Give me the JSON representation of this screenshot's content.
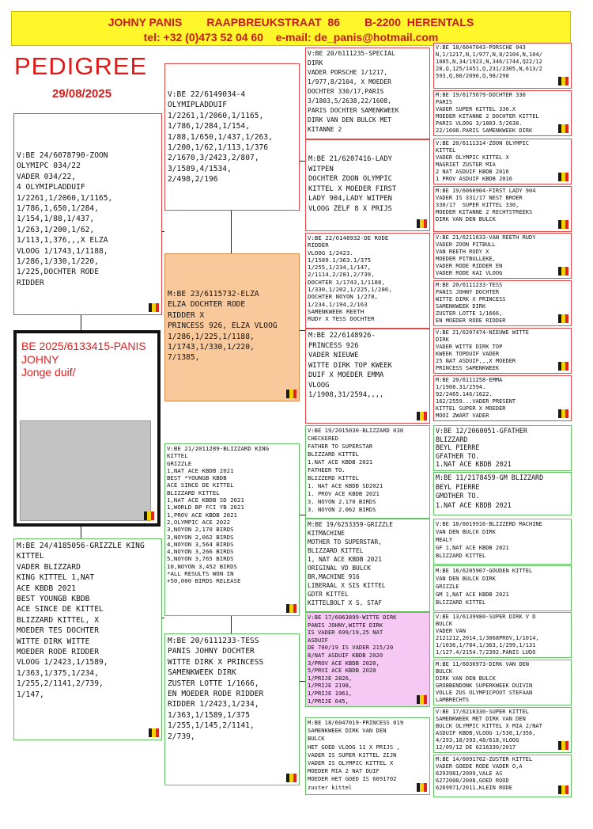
{
  "header": {
    "line1": "JOHNY PANIS        RAAPBREUKSTRAAT  86        B-2200  HERENTALS",
    "line2": "tel: +32 (0)473 52 04 60    e-mail: de_panis@hotmail.com"
  },
  "title": "PEDIGREE",
  "date": "29/08/2025",
  "pigeon": {
    "text": "BE 2025/6133415-PANIS\nJOHNY\nJonge duif/"
  },
  "colors": {
    "header_bg": "#fff72a",
    "title_red": "#e01818",
    "sire_side_border": "#e04848",
    "dam_side_border": "#5ec05e",
    "sire_dam_highlight": "#f9c89b",
    "highlight_pink": "#f6c8f4"
  },
  "icons": [
    "belgian-flag-icon"
  ],
  "boxes": {
    "father": "V:BE 24/6078790-ZOON\nOLYMIPC 034/22\nVADER 034/22,\n4 OLYMIPLADDUIF\n1/2261,1/2060,1/1165,\n1/786,1,650,1/284,\n1/154,1/88,1/437,\n1/263,1/200,1/62,\n1/113,1,376,,,X ELZA\nVLOOG 1/1743,1/1188,\n1/286,1/330,1/220,\n1/225,DOCHTER RODE\nRIDDER",
    "mother": "M:BE 24/4185056-GRIZZLE KING\nKITTEL\nVADER BLIZZARD\nKING KITTEL 1,NAT\nACE KBDB 2021\nBEST YOUNGB KBDB\nACE SINCE DE KITTEL\nBLIZZARD KITTEL, X\nMOEDER TES DOCHTER\nWITTE DIRK WITTE\nMOEDER RODE RIDDER\nVLOOG 1/2423,1/1589,\n1/363,1/375,1/234,\n1/255,2/1141,2/739,\n1/147,",
    "ff": "V:BE 22/6149034-4\nOLYMIPLADDUIF\n1/2261,1/2060,1/1165,\n1/786,1/284,1/154,\n1/88,1/650,1/437,1/263,\n1/200,1/62,1/113,1/376\n2/1670,3/2423,2/807,\n3/1589,4/1534,\n2/498,2/196",
    "fm": "M:BE 23/6115732-ELZA\nELZA DOCHTER RODE\nRIDDER X\nPRINCESS 926, ELZA VLOOG\n1/286,1/225,1/1188,\n1/1743,1/330,1/220,\n7/1385,",
    "mf": "V:BE 21/2011289-BLIZZARD KING\nKITTEL\nGRIZZLE\n1,NAT ACE KBDB 2021\nBEST *YOUNGB KBDB\nACE SINCE DE KITTEL\nBLIZZARD KITTEL\n1,NAT ACE KBDB SD 2021\n1,WORLD BP FCI YB 2021\n1,PROV ACE KBDB 2021\n2,OLYMPIC ACE 2022\n3,NOYON 2,170 BIRDS\n3,NOYON 2,062 BIRDS\n4,NOYON 3,564 BIRDS\n4,NOYON 3,266 BIRDS\n5,NOYON 3,765 BIRDS\n10,NOYON 3,452 BIRDS\n*ALL RESULTS WON IN\n+50,000 BIRDS RELEASE",
    "mm": "M:BE 20/6111233-TESS\nPANIS JOHNY DOCHTER\nWITTE DIRK X PRINCESS\nSAMENKWEEK DIRK\nZUSTER LOTTE 1/1666,\nEN MOEDER RODE RIDDER\nRIDDER 1/2423,1/234,\n1/363,1/1589,1/375\n1/255,1/145,2/1141,\n2/739,",
    "fff": "V:BE 20/6111235-SPECIAL\nDIRK\nVADER PORSCHE 1/1217,\n1/977,8/2104, X MOEDER\nDOCHTER 330/17,PARIS\n3/1803,5/2638,22/1608,\nPARIS DOCHTER SAMENKWEEK\nDIRK VAN DEN BULCK MET\nKITANNE 2",
    "ffm": "M:BE 21/6207416-LADY\nWITPEN\nDOCHTER ZOON OLYMPIC\nKITTEL X MOEDER FIRST\nLADY 904,LADY WITPEN\nVLOOG ZELF 8 X PRIJS",
    "fmf": "V:BE 22/6148932-DE RODE\nRIDDER\nVLOOG 1/2423.\n1/1589.1/363.1/375\n1/255,1/234,1/147,\n2/1114,2/281,2/739,\nDOCHTER 1/1743,1/1188,\n1/330,1/202,1/225,1/286,\nDOCHTER NOYON 1/278,\n1/234,1/194,2/163\nSAMENKWEEK REETH\nRUDY X TESS DOCHTER",
    "fmm": "M:BE 22/6148926-\nPRINCESS 926\nVADER NIEUWE\nWITTE DIRK TOP KWEEK\nDUIF X MOEDER EMMA\nVLOOG\n1/1908,31/2594,,,,",
    "mff": "V:BE 19/2015030-BLIZZARD 030\nCHECKERED\nFATHER TO SUPERSTAR\nBLIZZARD KITTEL\n1.NAT ACE KBDB 2021\nFATHEER TO.\nBLIZZERD KITTEL\n1. NAT ACE KBDB SD2021\n1. PROV ACE KBDB 2021\n3. NOYON 2.170 BIRDS\n3. NOYON 2.062 BIRDS",
    "mfm": "M:BE 19/6253359-GRIZZLE\nKITMACHINE\nMOTHER TO SUPERSTAR,\nBLIZZARD KITTEL\n1, NAT ACE KBDB 2021\nORIGINAL VD BULCK\nBR,MACHINE 916\nLIBERAAL X SIS KITTEL\nGDTR KITTEL\nKITTELBOLT X S, STAF",
    "mmf": "V:BE 17/6063899-WITTE DIRK\nPANIS JOHNY,WITTE DIRK\nIS VADER 699/19,25 NAT\nASDUIF\nDE 700/19 IS VADER 215/20\n8/NAT ASDUIF KBDB 2020\n3/PROV ACE KBDB 2020,\n5/PRVI ACE KBDB 2020\n1/PRIJE 2826,\n1/PRIJE 2198,\n1/PRIJE 1961,\n1/PRIJE 645,",
    "mmm": "M:BE 18/6047019-PRINCESS 019\nSAMENKWEEK DIRK VAN DEN\nBULCK\nHET GOED VLOOG 11 X PRIJS ,\nVADER IS SUPER KITTEL ZIJN\nVADER IS OLYMPIC KITTEL X\nMOEDER MIA 2 NAT DUIF\nMOEDER HET GOED IS 6091702\nzuster kittel",
    "g1": "V:BE 18/6047043-PORSCHE 043\nN,1/1217,N,1/977,N,8/2104,N,104/\n1085,N,34/1923,N,346/1744,Q22/12\n28,Q,125/1451,Q,231/2305,N,613/2\n593,Q,80/2096,Q,98/298",
    "g2": "M:BE 19/6175679-DOCHTER 330\nPARIS\nVADER SUPER KITTEL 330.X\nMOEDER KITANNE 2 DOCHTER KITTEL\nPARIS VLOOG 3/1803.5/2638.\n22/1608.PARIS SAMENKWEEK DIRK",
    "g3": "V:BE 20/6111314-ZOON OLYMPIC\nKITTEL\nVADER OLYMPIC KITTEL X\nMAGRIET ZUSTER MIA\n2 NAT ASDUIF KBDB 2016\n1 PROV ASDUIF KBDB 2016",
    "g4": "M:BE 19/6060904-FIRST LADY 904\nVADER IS 331/17 NEST BROER\n330/17  SUPER KITTEL 330,\nMOEDER KITANNE 2 RECHTSTREEKS\nDIRK VAN DEN BULCK",
    "g5": "V:BE 21/6211633-VAN REETH RUDY\nVADER ZOON PITBULL\nVAN REETH RUDY X\nMOEDER PITBULLEKE,\nVADER RODE RIDDER EN\nVADER RODE KAI VLOOG",
    "g6": "M:BE 20/6111233-TESS\nPANIS JOHNY DOCHTER\nWITTE DIRK X PRINCESS\nSAMENKWEEK DIRK\nZUSTER LOTTE 1/1666,\nEN MOEDER RODE RIDDER",
    "g7": "V:BE 21/6207474-NIEUWE WITTE\nDIRK\nVADER WITTE DIRK TOP\nKWEEK TOPDUIF VADER\n25 NAT ASDUIF,,,X MOEDER\nPRINCESS SAMENKWEEK",
    "g8": "M:BE 20/6111258-EMMA\n1/1908.31/2594.\n92/2465.146/1622.\n162/2559...VADER PRESENT\nKITTEL SUPER X MOEDER\nMOOI ZWART VADER",
    "g9": "V:BE 12/2060051-GFATHER\nBLIZZARD\nBEYL PIERRE\nGFATHER TO.\n1.NAT ACE KBDB 2021",
    "g10": "M:BE 11/2178459-GM BLIZZARD\nBEYL PIERRE\nGMOTHER TO.\n1.NAT ACE KBDB 2021",
    "g11": "V:BE 18/6019916-BLIZZERD MACHINE\nVAN DEN BULCK DIRK\nMEALY\nGF 1,NAT ACE KBDB 2021\nBLIZZARD KITTEL",
    "g12": "M:BE 18/6205907-GOUDEN KITTEL\nVAN DEN BULCK DIRK\nGRIZZLE\nGM 1,NAT ACE KBDB 2021\nBLIZZARD KITTEL",
    "g13": "V:BE 13/6139980-SUPER DIRK V D\nBULCK\nVADER VAN\n2121212,2014,1/3068PROV,1/1014,\n1/1036,1/784,1/363,1/299,1/131\n1/127.4/2154.7/2392.PANIS LUDO",
    "g14": "M:BE 11/6036973-DIRK VAN DEN\nBULCK\nDIRK VAN DEN BULCK\nGROBBENDONK SUPERKWEEK DUIVIN\nVOLLE ZUS OLYMPICPOOT STEFAAN\nLAMBRECHTS",
    "g15": "V:BE 17/6216330-SUPER KITTEL\nSAMENKWEEK MET DIRK VAN DEN\nBULCK OLYMPIC KITTEL X MIA 2/NAT\nASDUIF KBDB,VLOOG 1/538,1/356,\n4/293,18/393,48/618,VLOOG\n12/09/12 DE 6216330/2017",
    "g16": "M:BE 14/6091702-ZUSTER KITTEL\nVADER GOEDE RODE VADER O,A\n6293981/2009,VALE AS\n6272008/2008,GOED ROOD\n6269971/2011,KLEIN RODE"
  }
}
